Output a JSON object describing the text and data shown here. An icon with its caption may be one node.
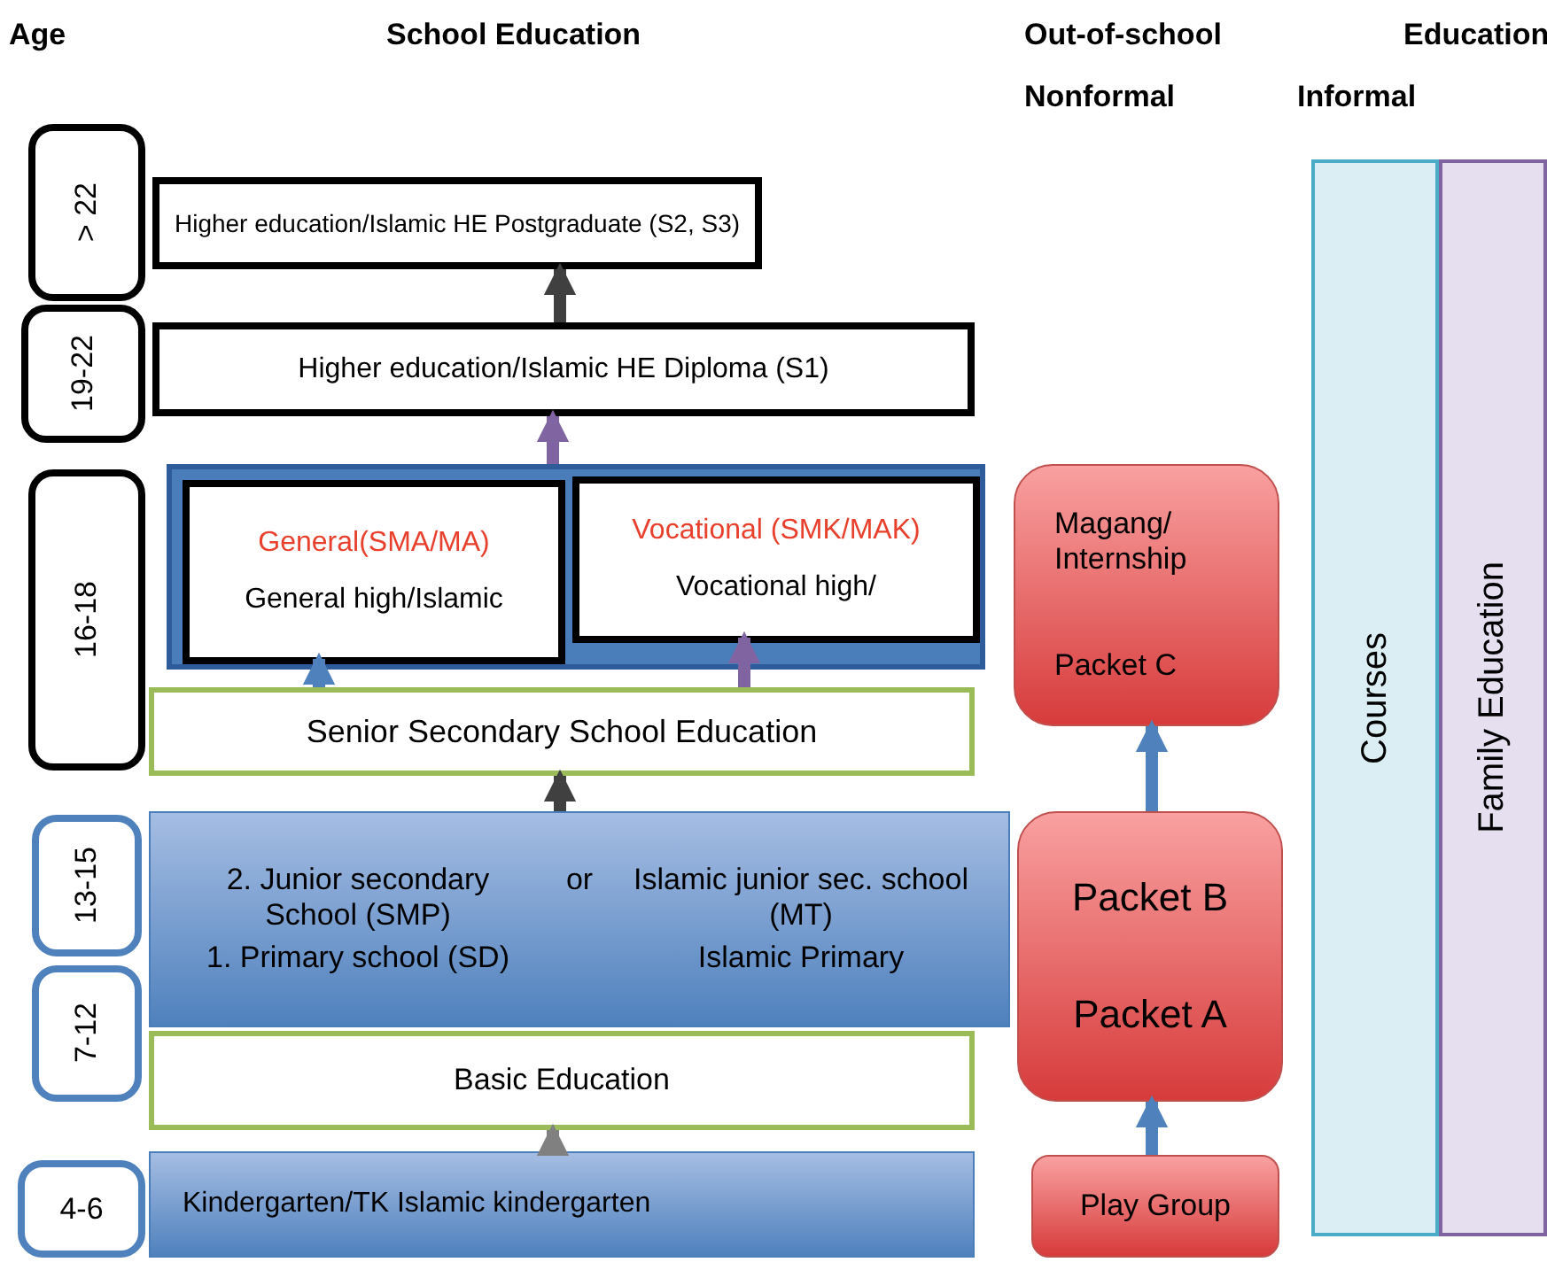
{
  "diagram": {
    "nodes": [
      {
        "text": [
          "> 22"
        ]
      },
      {
        "text": [
          "19-22"
        ]
      },
      {
        "text": [
          "16-18"
        ]
      },
      {
        "text": [
          "13-15"
        ]
      },
      {
        "text": [
          "7-12"
        ]
      },
      {
        "text": [
          "4-6"
        ]
      },
      {
        "text": [
          "Higher education/Islamic HE Postgraduate (S2, S3)"
        ]
      },
      {
        "text": [
          "Higher education/Islamic HE Diploma (S1)"
        ]
      },
      {
        "text": [],
        "shape": "box"
      },
      {
        "text": [
          "General(SMA/MA)",
          "General high/Islamic"
        ],
        "in": 8
      },
      {
        "text": [
          "Vocational (SMK/MAK)",
          "Vocational high/"
        ],
        "in": 8
      },
      {
        "text": [
          "Senior Secondary School Education"
        ]
      },
      {
        "text": [
          "2. Junior secondary School (SMP)",
          "or",
          "Islamic junior sec. school (MT)",
          "1. Primary school (SD)",
          "Islamic Primary"
        ]
      },
      {
        "text": [
          "Basic Education"
        ]
      },
      {
        "text": [
          "Kindergarten/TK Islamic kindergarten"
        ]
      },
      {
        "text": [
          "Magang/ Internship",
          "Packet C"
        ]
      },
      {
        "text": [
          "Packet B",
          "Packet A"
        ]
      },
      {
        "text": [
          "Play Group"
        ]
      },
      {
        "text": [
          "Courses"
        ]
      },
      {
        "text": [
          "Family Education"
        ]
      }
    ],
    "edges": [
      {
        "from": 7,
        "to": 6,
        "arrow": "to",
        "color": "#404040"
      },
      {
        "from": 8,
        "to": 7,
        "arrow": "to",
        "color": "#8064a2"
      },
      {
        "from": 11,
        "to": 9,
        "arrow": "to"
      },
      {
        "from": 11,
        "to": 10,
        "arrow": "to",
        "color": "#8064a2"
      },
      {
        "from": 12,
        "to": 11,
        "arrow": "to",
        "color": "#404040"
      },
      {
        "from": 14,
        "to": 13,
        "arrow": "to",
        "color": "#808080"
      },
      {
        "from": 17,
        "to": 16,
        "arrow": "to"
      },
      {
        "from": 16,
        "to": 15,
        "arrow": "to"
      }
    ],
    "labels": [
      "Age",
      "School Education",
      "Out-of-school",
      "Education",
      "Nonformal",
      "Informal"
    ]
  }
}
